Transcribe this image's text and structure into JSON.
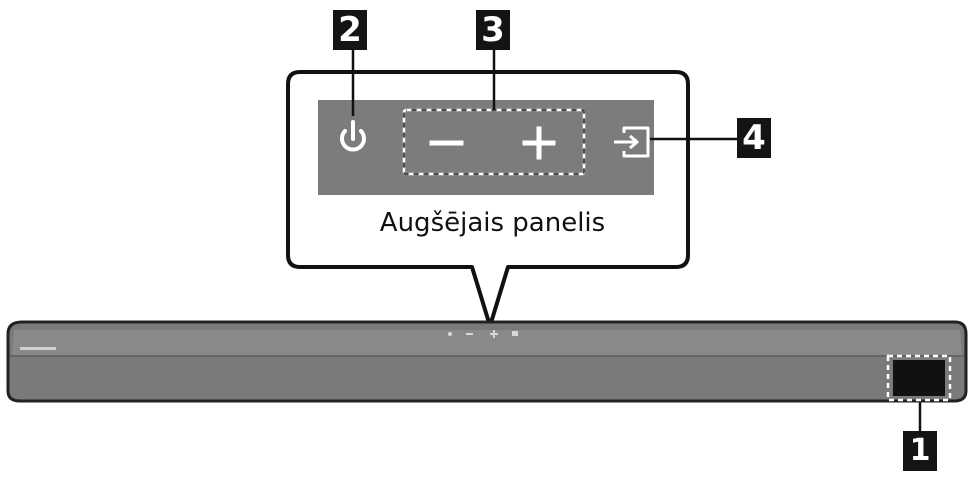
{
  "callout": {
    "caption": "Augšējais panelis"
  },
  "badges": [
    {
      "id": "1",
      "label": "1"
    },
    {
      "id": "2",
      "label": "2"
    },
    {
      "id": "3",
      "label": "3"
    },
    {
      "id": "4",
      "label": "4"
    }
  ],
  "icons": {
    "power": "power-icon",
    "volume_down": "minus-icon",
    "volume_up": "plus-icon",
    "source": "source-input-icon"
  },
  "colors": {
    "panel": "#7c7c7c",
    "soundbar": "#7a7a7a",
    "badge": "#141414",
    "icon": "#ffffff"
  }
}
